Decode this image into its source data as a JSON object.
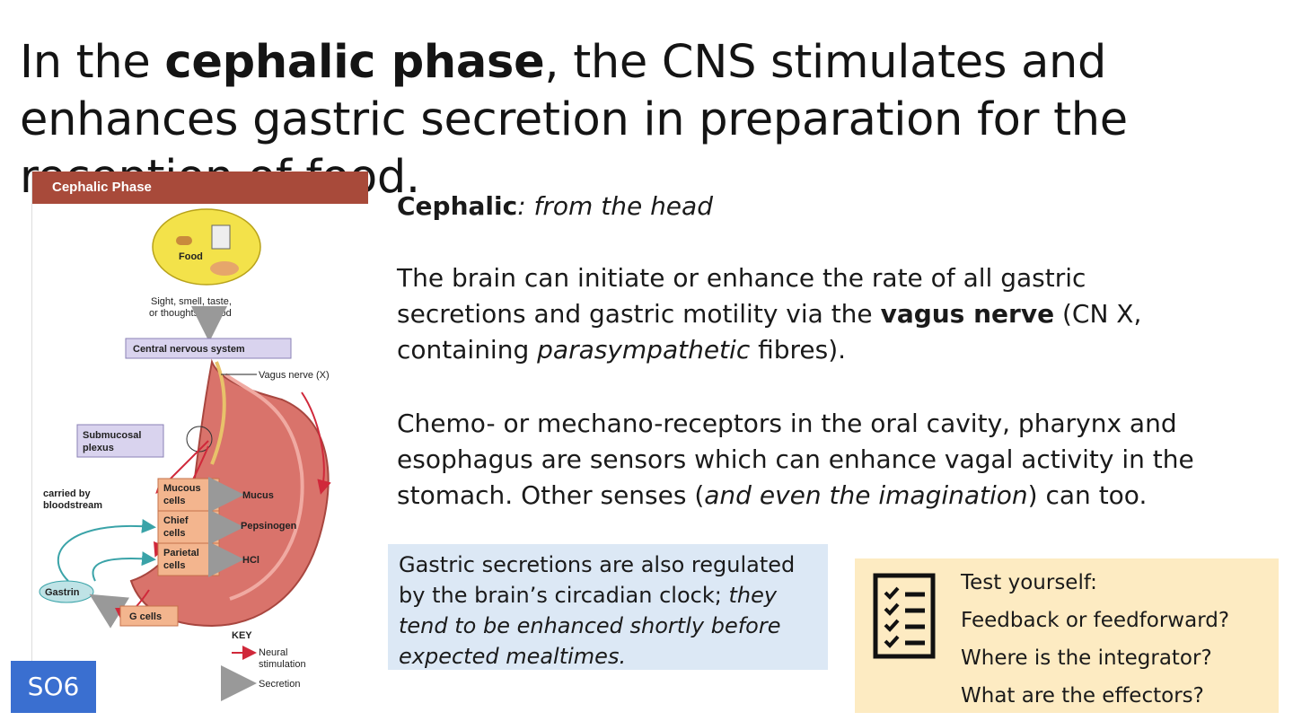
{
  "title": {
    "pre": "In the ",
    "bold": "cephalic phase",
    "post": ", the CNS stimulates and enhances gastric secretion in preparation for the reception of food."
  },
  "figure": {
    "header": "Cephalic Phase",
    "food": "Food",
    "senses_line1": "Sight, smell, taste,",
    "senses_line2": "or thoughts of food",
    "cns": "Central nervous system",
    "vagus": "Vagus nerve (X)",
    "submucosal_line1": "Submucosal",
    "submucosal_line2": "plexus",
    "carried_line1": "carried by",
    "carried_line2": "bloodstream",
    "mucous_line1": "Mucous",
    "mucous_line2": "cells",
    "chief_line1": "Chief",
    "chief_line2": "cells",
    "parietal_line1": "Parietal",
    "parietal_line2": "cells",
    "mucus": "Mucus",
    "pepsinogen": "Pepsinogen",
    "hcl": "HCl",
    "gastrin": "Gastrin",
    "gcells": "G cells",
    "key": "KEY",
    "key_neural_line1": "Neural",
    "key_neural_line2": "stimulation",
    "key_secretion": "Secretion",
    "colors": {
      "header": "#a84a3a",
      "cns_box": "#d9d3ee",
      "stomach": "#d9736b",
      "food": "#f3e24a",
      "gastrin": "#bfe3e6",
      "neural": "#d0283a"
    }
  },
  "p1": {
    "bold": "Cephalic",
    "italic": ": from the head"
  },
  "p2": {
    "t1": "The brain can initiate or enhance the rate of all gastric secretions and gastric motility via the ",
    "bold": "vagus nerve",
    "t2": " (CN X, containing ",
    "italic": "parasympathetic",
    "t3": " fibres)."
  },
  "p3": {
    "t1": "Chemo- or mechano-receptors in the oral cavity, pharynx and esophagus are sensors which can enhance vagal activity in the stomach. Other senses (",
    "italic": "and even the imagination",
    "t2": ") can too."
  },
  "bluebox": {
    "t1": "Gastric secretions are also regulated by the brain’s circadian clock; ",
    "italic": "they tend to be enhanced shortly before expected mealtimes."
  },
  "test": {
    "icon": "checklist-icon",
    "lines": [
      "Test yourself:",
      "Feedback or feedforward?",
      "Where is the integrator?",
      "What are the effectors?"
    ]
  },
  "badge": "SO6"
}
